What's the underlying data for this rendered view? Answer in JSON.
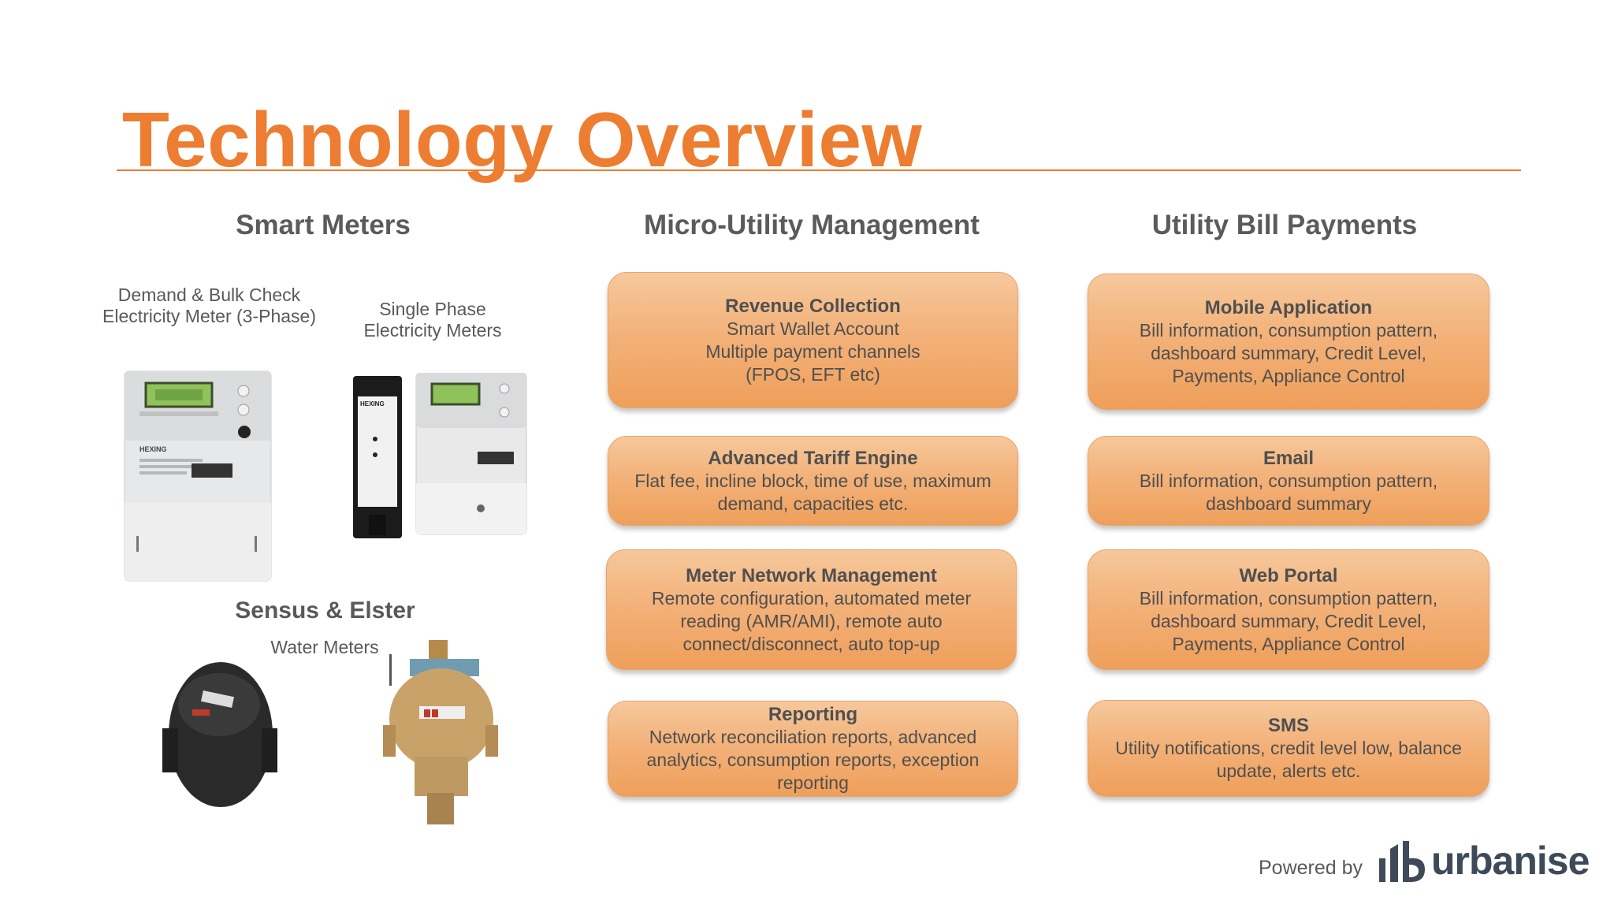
{
  "title": "Technology Overview",
  "columns": {
    "smart_meters": "Smart Meters",
    "micro_utility": "Micro-Utility Management",
    "bill_payments": "Utility Bill Payments"
  },
  "meters": {
    "demand_caption": "Demand & Bulk Check Electricity Meter (3-Phase)",
    "single_caption": "Single Phase Electricity Meters",
    "water_heading": "Sensus & Elster",
    "water_caption": "Water Meters",
    "brand_label_1": "HEXING",
    "brand_label_2": "HEXING"
  },
  "micro_utility_boxes": [
    {
      "title": "Revenue Collection",
      "body": "Smart Wallet Account Multiple payment channels (FPOS, EFT etc)"
    },
    {
      "title": "Advanced Tariff Engine",
      "body": "Flat fee, incline block, time of use, maximum demand, capacities etc."
    },
    {
      "title": "Meter Network Management",
      "body": "Remote configuration, automated meter reading (AMR/AMI), remote auto connect/disconnect, auto top-up"
    },
    {
      "title": "Reporting",
      "body": "Network reconciliation reports, advanced analytics, consumption reports, exception reporting"
    }
  ],
  "bill_payment_boxes": [
    {
      "title": "Mobile Application",
      "body": "Bill information, consumption pattern, dashboard summary, Credit Level, Payments, Appliance Control"
    },
    {
      "title": "Email",
      "body": "Bill information, consumption pattern, dashboard summary"
    },
    {
      "title": "Web Portal",
      "body": "Bill information, consumption pattern, dashboard summary, Credit Level, Payments, Appliance Control"
    },
    {
      "title": "SMS",
      "body": "Utility notifications, credit level low, balance update, alerts etc."
    }
  ],
  "footer": {
    "powered_by": "Powered by",
    "brand": "urbanise"
  },
  "colors": {
    "accent": "#ED7D31",
    "box_fill": "#F3B27A",
    "text": "#595959"
  }
}
